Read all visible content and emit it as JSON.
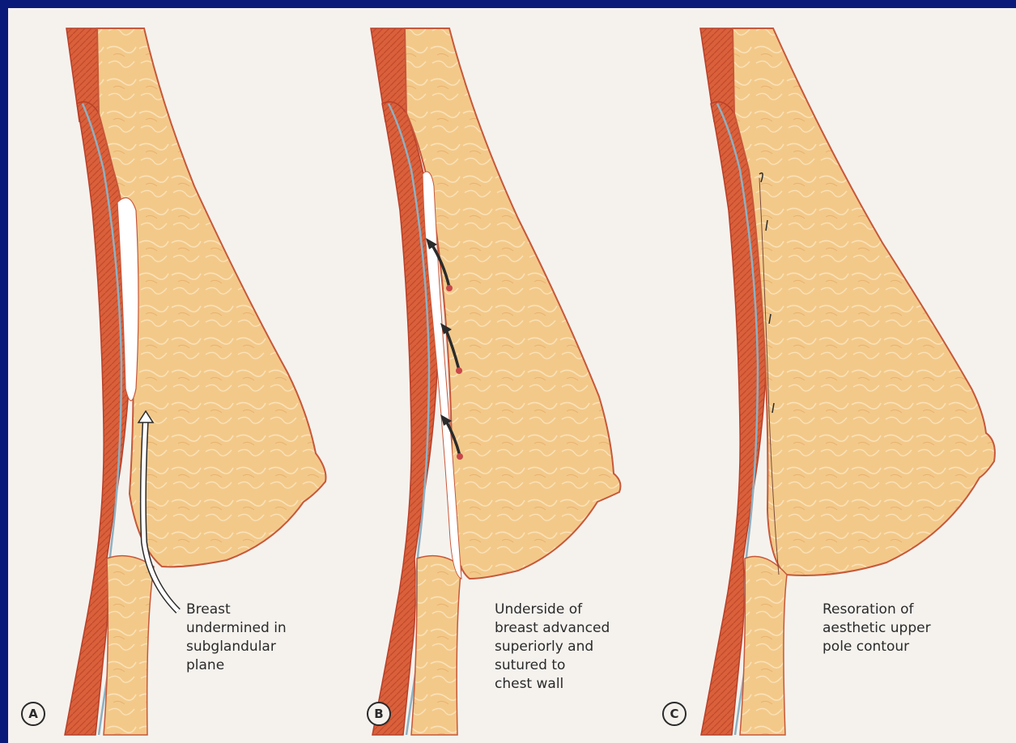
{
  "panels": [
    {
      "letter": "A",
      "caption": "Breast\nundermined in\nsubglandular\nplane"
    },
    {
      "letter": "B",
      "caption": "Underside of\nbreast advanced\nsuperiorly and\nsutured to\nchest wall"
    },
    {
      "letter": "C",
      "caption": "Resoration of\naesthetic upper\npole contour"
    }
  ],
  "colors": {
    "background_border": "#0a1a7a",
    "page": "#f5f2ee",
    "muscle": "#d9603a",
    "muscle_dark": "#b8402a",
    "fascia": "#8fb0c0",
    "breast_tissue": "#f3c98a",
    "breast_outline": "#c7583a",
    "suture": "#2b2b2b",
    "suture_knot": "#c8474a"
  },
  "icons": {
    "arrow_A": "undermining-arrow-icon",
    "sutures_B": "suture-arrow-icon"
  }
}
